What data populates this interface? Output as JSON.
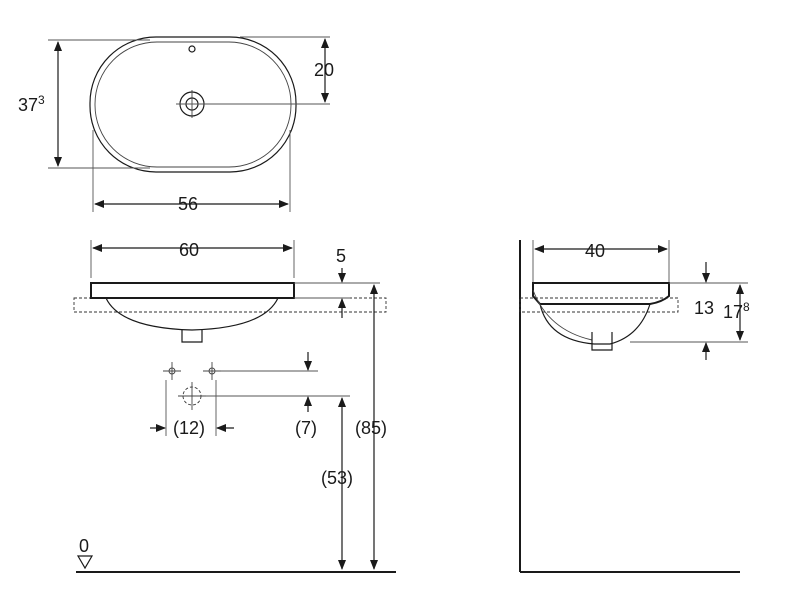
{
  "top_view": {
    "depth_main": "37",
    "depth_sup": "3",
    "tap_offset": "20",
    "inner_width": "56"
  },
  "front_view": {
    "overall_width": "60",
    "rim_thickness": "5",
    "waste_spacing": "(12)",
    "waste_offset": "(7)",
    "waste_height": "(53)",
    "rim_height": "(85)",
    "floor_level": "0"
  },
  "side_view": {
    "width": "40",
    "bowl_depth": "13",
    "total_depth_main": "17",
    "total_depth_sup": "8"
  }
}
